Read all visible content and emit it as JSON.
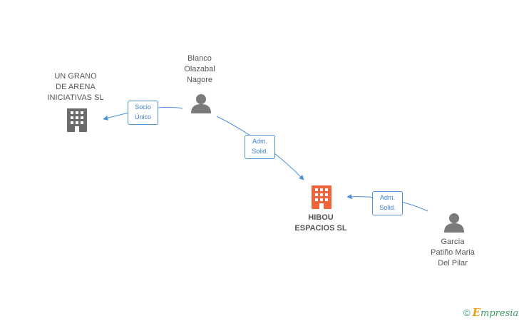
{
  "nodes": {
    "un_grano": {
      "lines": [
        "UN GRANO",
        "DE ARENA",
        "INICIATIVAS SL"
      ],
      "type": "company"
    },
    "blanco": {
      "lines": [
        "Blanco",
        "Olazabal",
        "Nagore"
      ],
      "type": "person"
    },
    "hibou": {
      "lines": [
        "HIBOU",
        "ESPACIOS SL"
      ],
      "type": "company-main"
    },
    "garcia": {
      "lines": [
        "García",
        "Patiño Maria",
        "Del Pilar"
      ],
      "type": "person"
    }
  },
  "edges": {
    "socio": {
      "lines": [
        "Socio",
        "Único"
      ]
    },
    "adm1": {
      "lines": [
        "Adm.",
        "Solid."
      ]
    },
    "adm2": {
      "lines": [
        "Adm.",
        "Solid."
      ]
    }
  },
  "colors": {
    "company": "#6b6b6b",
    "main_company": "#f0643c",
    "person": "#7a7a7a",
    "edge": "#4a90d9"
  },
  "watermark": {
    "symbol": "©",
    "brand_initial": "E",
    "brand_rest": "mpresia"
  }
}
